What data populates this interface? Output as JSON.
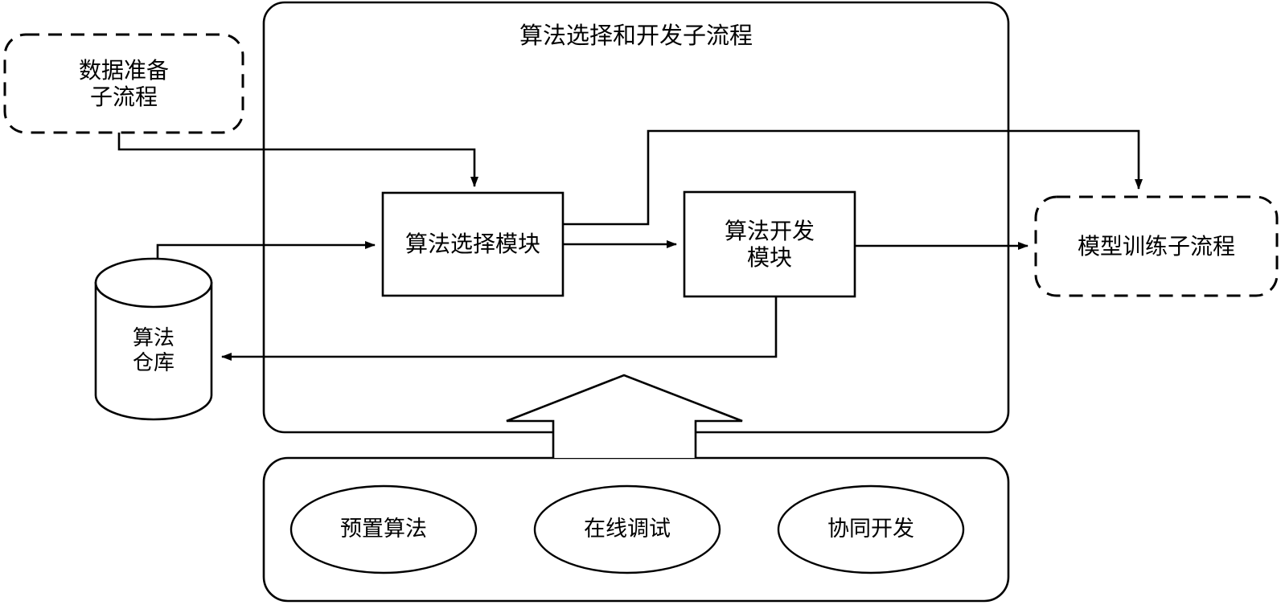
{
  "diagram": {
    "title": "算法选择和开发子流程",
    "stroke_color": "#000000",
    "fill_color": "#ffffff",
    "background": "#ffffff"
  },
  "external_nodes": [
    {
      "id": "data-prep",
      "label": "数据准备\n子流程",
      "style": "dashed-rounded"
    },
    {
      "id": "model-train",
      "label": "模型训练子流程",
      "style": "dashed-rounded"
    }
  ],
  "modules": [
    {
      "id": "algo-select",
      "label": "算法选择模块",
      "style": "rectangle"
    },
    {
      "id": "algo-develop",
      "label": "算法开发\n模块",
      "style": "rectangle"
    }
  ],
  "datastore": {
    "id": "algo-repository",
    "label": "算法\n仓库",
    "style": "cylinder"
  },
  "capability_panel": {
    "style": "rounded-rect",
    "items": [
      {
        "id": "preset-algorithms",
        "label": "预置算法"
      },
      {
        "id": "online-debug",
        "label": "在线调试"
      },
      {
        "id": "collaborative-dev",
        "label": "协同开发"
      }
    ]
  },
  "connectors": [
    {
      "id": "dataprep-to-select",
      "from": "data-prep",
      "to": "algo-select",
      "arrow": true
    },
    {
      "id": "repository-to-select",
      "from": "algo-repository",
      "to": "algo-select",
      "arrow": true
    },
    {
      "id": "select-to-develop",
      "from": "algo-select",
      "to": "algo-develop",
      "arrow": true
    },
    {
      "id": "select-to-modeltrain",
      "from": "algo-select",
      "to": "model-train",
      "arrow": true
    },
    {
      "id": "develop-to-modeltrain",
      "from": "algo-develop",
      "to": "model-train",
      "arrow": true
    },
    {
      "id": "develop-to-repository",
      "from": "algo-develop",
      "to": "algo-repository",
      "arrow": true
    },
    {
      "id": "capability-block-arrow",
      "from": "capability_panel",
      "to": "subprocess-container",
      "arrow": true,
      "style": "block-arrow-up"
    }
  ]
}
